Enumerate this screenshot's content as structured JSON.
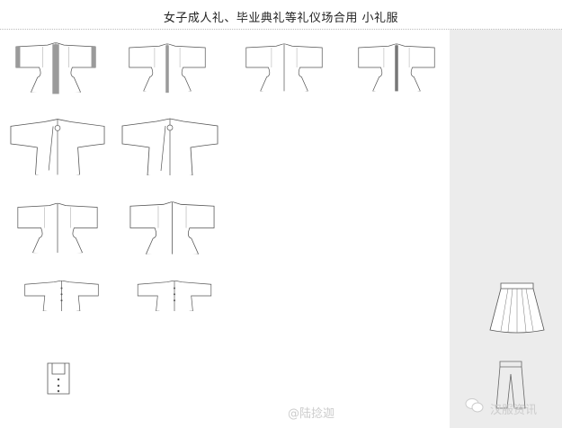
{
  "title": "女子成人礼、毕业典礼等礼仪场合用  小礼服",
  "watermarks": {
    "weibo": "@陆捻迦",
    "wechat": "汉服资讯"
  },
  "colors": {
    "panel": "#ececec",
    "line": "#555555",
    "band": "#9a9a9a"
  }
}
